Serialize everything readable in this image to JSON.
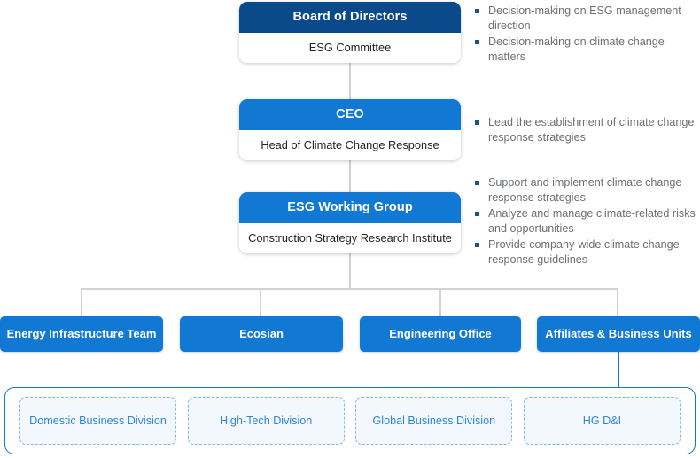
{
  "colors": {
    "navy": "#0b4a8a",
    "blue": "#1179d4",
    "note_text": "#6a7073",
    "marker": "#16548f",
    "affiliate_text": "#2f86d4",
    "connector": "#d0d3d6"
  },
  "hierarchy": [
    {
      "header": "Board of Directors",
      "body": "ESG Committee"
    },
    {
      "header": "CEO",
      "body": "Head of Climate Change Response"
    },
    {
      "header": "ESG Working Group",
      "body": "Construction Strategy Research Institute"
    }
  ],
  "note_groups": [
    {
      "items": [
        "Decision-making on ESG management direction",
        "Decision-making on climate change matters"
      ]
    },
    {
      "items": [
        "Lead the establishment of climate change response strategies"
      ]
    },
    {
      "items": [
        "Support and implement climate change response strategies",
        "Analyze and manage climate-related risks and opportunities",
        "Provide company-wide climate change response guidelines"
      ]
    }
  ],
  "teams": [
    "Energy Infrastructure Team",
    "Ecosian",
    "Engineering Office",
    "Affiliates & Business Units"
  ],
  "affiliates": [
    "Domestic Business Division",
    "High-Tech Division",
    "Global Business Division",
    "HG D&I"
  ]
}
